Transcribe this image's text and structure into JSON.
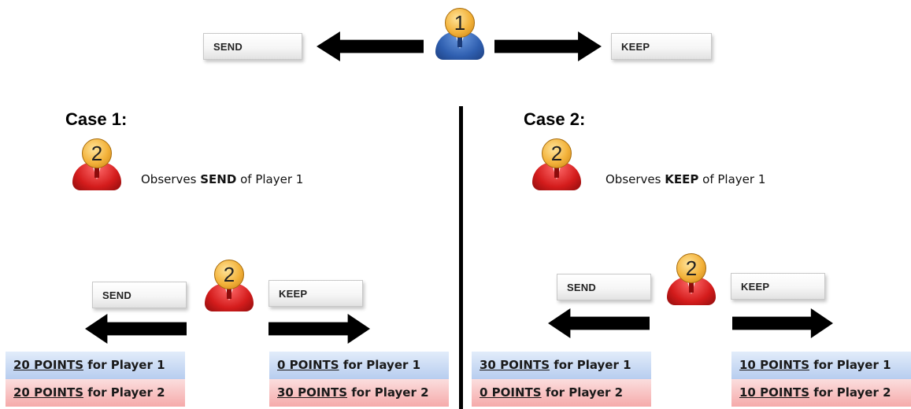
{
  "top": {
    "player_number": "1",
    "send_label": "SEND",
    "keep_label": "KEEP"
  },
  "case1": {
    "title": "Case 1:",
    "observer_number": "2",
    "observe_prefix": "Observes",
    "observe_action": "SEND",
    "observe_suffix": "of Player 1",
    "decider_number": "2",
    "send_label": "SEND",
    "keep_label": "KEEP",
    "send_payoff": {
      "p1_points": "20 POINTS",
      "p1_suffix": "for Player 1",
      "p2_points": "20 POINTS",
      "p2_suffix": "for Player 2"
    },
    "keep_payoff": {
      "p1_points": "0 POINTS",
      "p1_suffix": "for Player 1",
      "p2_points": "30 POINTS",
      "p2_suffix": "for Player 2"
    }
  },
  "case2": {
    "title": "Case 2:",
    "observer_number": "2",
    "observe_prefix": "Observes",
    "observe_action": "KEEP",
    "observe_suffix": "of Player 1",
    "decider_number": "2",
    "send_label": "SEND",
    "keep_label": "KEEP",
    "send_payoff": {
      "p1_points": "30 POINTS",
      "p1_suffix": "for Player 1",
      "p2_points": "0 POINTS",
      "p2_suffix": "for Player 2"
    },
    "keep_payoff": {
      "p1_points": "10 POINTS",
      "p1_suffix": "for Player 1",
      "p2_points": "10 POINTS",
      "p2_suffix": "for Player 2"
    }
  },
  "colors": {
    "player1": "#2f5fb0",
    "player2": "#d41c1c",
    "badge": "#f3b23a",
    "payoff_p1": "#b7cdef",
    "payoff_p2": "#f5aaaa"
  },
  "icons": {
    "player1": "player-1-icon",
    "player2": "player-2-icon",
    "arrow": "arrow-icon"
  }
}
